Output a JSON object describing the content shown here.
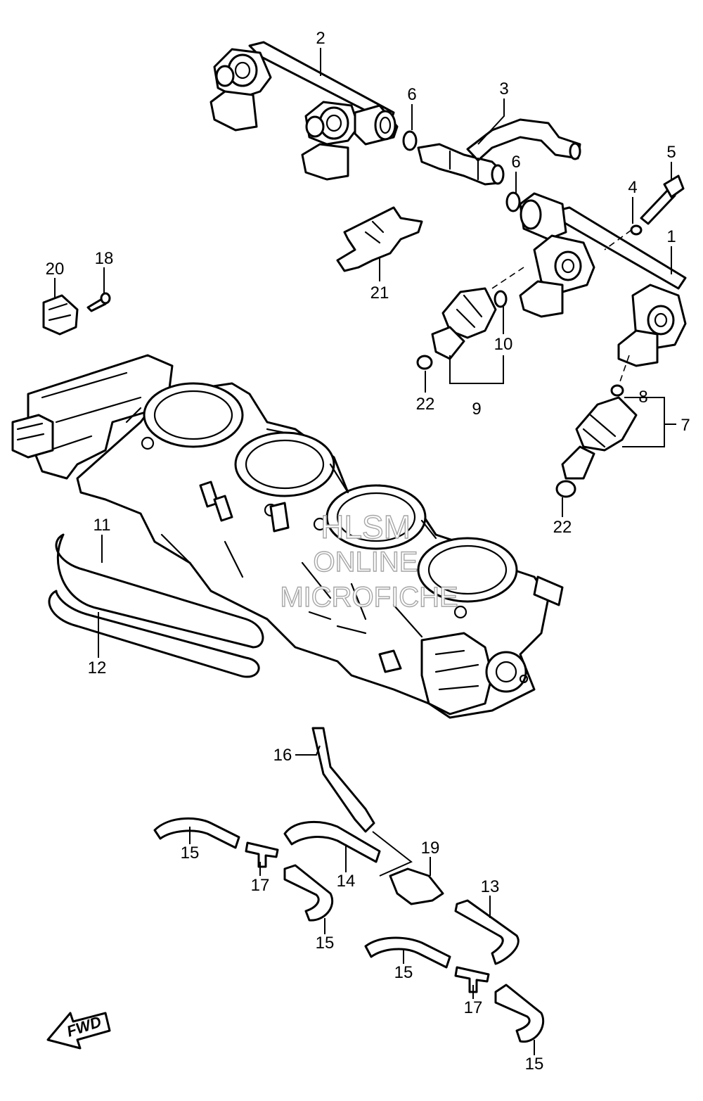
{
  "watermark": {
    "line1": "HLSM",
    "line2": "ONLINE",
    "line3": "MICROFICHE"
  },
  "direction_badge": "FWD",
  "callouts": {
    "c1": "1",
    "c2": "2",
    "c3": "3",
    "c4": "4",
    "c5": "5",
    "c6a": "6",
    "c6b": "6",
    "c7": "7",
    "c8": "8",
    "c9": "9",
    "c10": "10",
    "c11": "11",
    "c12": "12",
    "c13": "13",
    "c14": "14",
    "c15a": "15",
    "c15b": "15",
    "c15c": "15",
    "c15d": "15",
    "c16": "16",
    "c17a": "17",
    "c17b": "17",
    "c18": "18",
    "c19": "19",
    "c20": "20",
    "c21": "21",
    "c22a": "22",
    "c22b": "22"
  },
  "parts": [
    "fuel-delivery-pipe-1",
    "fuel-delivery-pipe-2",
    "fuel-feed-hose-3",
    "washer-4",
    "bolt-5",
    "o-ring-6",
    "fuel-injector-7",
    "o-ring-8",
    "fuel-injector-9",
    "o-ring-10",
    "hose-11",
    "hose-12",
    "hose-13",
    "hose-14",
    "hose-15",
    "hose-16",
    "3-way-joint-17",
    "screw-18",
    "vacuum-valve-19",
    "sensor-20",
    "clamp-21",
    "cushion-22",
    "throttle-body"
  ]
}
